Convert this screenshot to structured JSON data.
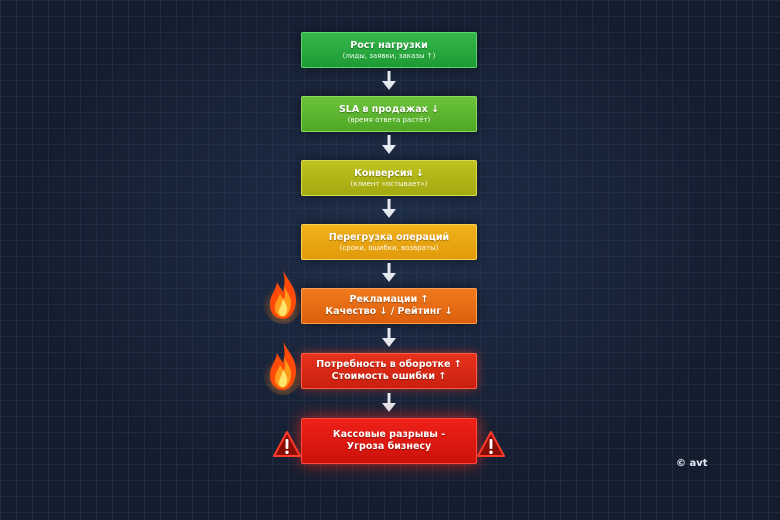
{
  "steps": [
    {
      "title": "Рост нагрузки",
      "subtitle": "(лиды, заявки, заказы ↑)"
    },
    {
      "title": "SLA в продажах ↓",
      "subtitle": "(время ответа растёт)"
    },
    {
      "title": "Конверсия ↓",
      "subtitle": "(клиент «остывает»)"
    },
    {
      "title": "Перегрузка операций",
      "subtitle": "(сроки, ошибки, возвраты)"
    },
    {
      "title": "Рекламации ↑",
      "title2": "Качество ↓ / Рейтинг ↓"
    },
    {
      "title": "Потребность в оборотке ↑",
      "title2": "Стоимость ошибки ↑"
    },
    {
      "title": "Кассовые разрывы -",
      "title2": "Угроза бизнесу"
    }
  ],
  "copyright": "© avt",
  "colors": {
    "step1": "#2aab40",
    "step2": "#5db52e",
    "step3": "#b2b617",
    "step4": "#eaa714",
    "step5": "#e66c15",
    "step6": "#d92915",
    "step7": "#e0190f",
    "arrow": "#e6e9ef",
    "grid": "#1c2840"
  },
  "icons": {
    "flame": "fire-icon",
    "warning": "warning-triangle-icon",
    "arrow": "arrow-down-icon"
  }
}
